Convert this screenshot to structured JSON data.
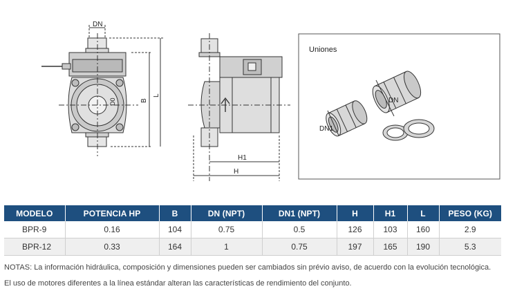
{
  "drawings": {
    "front_view": {
      "label_dn": "DN",
      "label_b": "B",
      "label_l": "L",
      "label_d0": "D0"
    },
    "side_view": {
      "label_h1": "H1",
      "label_h": "H"
    },
    "unions_panel": {
      "title": "Uniones",
      "label_dn": "DN",
      "label_dn1": "DN1"
    }
  },
  "table": {
    "headers": [
      "MODELO",
      "POTENCIA HP",
      "B",
      "DN (NPT)",
      "DN1 (NPT)",
      "H",
      "H1",
      "L",
      "PESO (KG)"
    ],
    "rows": [
      [
        "BPR-9",
        "0.16",
        "104",
        "0.75",
        "0.5",
        "126",
        "103",
        "160",
        "2.9"
      ],
      [
        "BPR-12",
        "0.33",
        "164",
        "1",
        "0.75",
        "197",
        "165",
        "190",
        "5.3"
      ]
    ]
  },
  "notes": [
    "NOTAS: La información hidráulica, composición y dimensiones pueden ser cambiados sin prévio aviso, de acuerdo con la evolución tecnológica.",
    "El uso de motores diferentes a la línea estándar alteran las características de rendimiento del conjunto."
  ]
}
